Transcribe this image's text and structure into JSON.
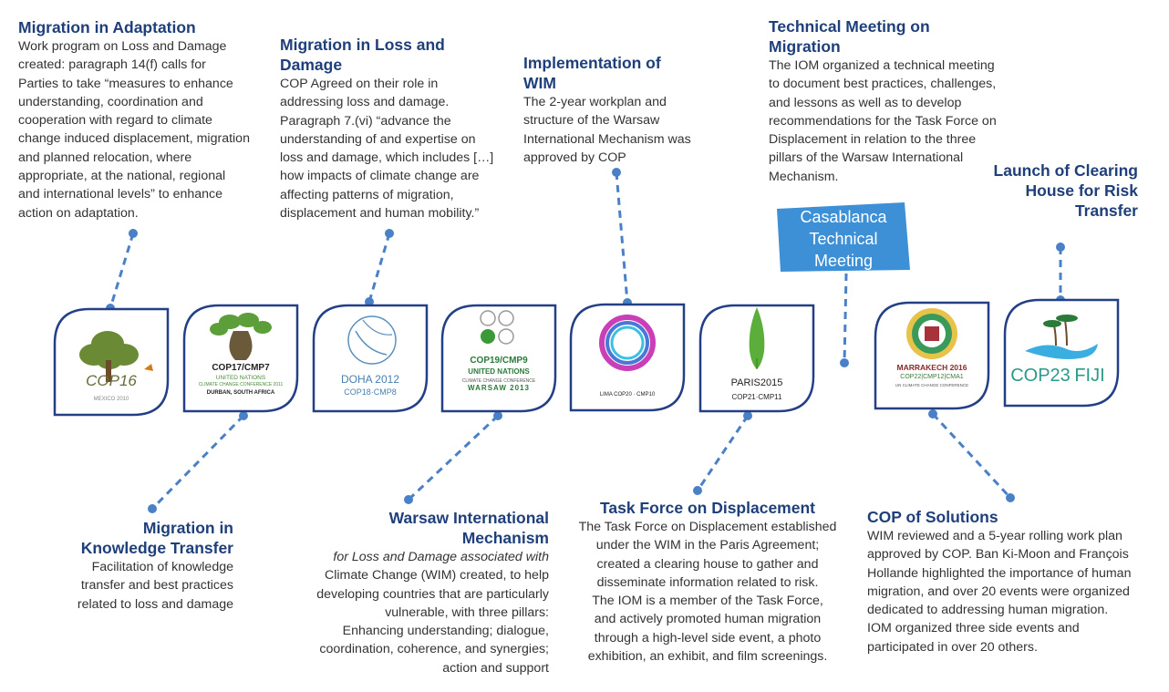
{
  "top": {
    "adaptation": {
      "title": "Migration in Adaptation",
      "lines": [
        "Work program on Loss and Damage",
        "created: paragraph 14(f) calls for",
        "Parties to take “measures to enhance",
        "understanding, coordination and",
        "cooperation with regard to climate",
        "change induced displacement, migration",
        "and planned relocation, where",
        "appropriate, at the national, regional",
        "and international levels” to enhance",
        "action on adaptation."
      ]
    },
    "loss_damage": {
      "title1": "Migration in Loss and",
      "title2": "Damage",
      "lines": [
        "COP Agreed on their role in",
        "addressing loss and damage.",
        "Paragraph 7.(vi) “advance the",
        "understanding of and expertise on",
        "loss and damage, which includes […]",
        "how impacts of climate change are",
        "affecting patterns of migration,",
        "displacement and human mobility.”"
      ]
    },
    "wim_impl": {
      "title1": "Implementation of",
      "title2": "WIM",
      "lines": [
        "The 2-year workplan and",
        "structure of the Warsaw",
        "International Mechanism was",
        "approved by COP"
      ]
    },
    "tech_meeting": {
      "title1": "Technical Meeting on",
      "title2": "Migration",
      "lines": [
        "The IOM organized a technical meeting",
        "to document best practices, challenges,",
        "and lessons as well as to develop",
        "recommendations for the Task Force on",
        "Displacement in relation to the three",
        "pillars of the Warsaw International",
        "Mechanism."
      ]
    },
    "clearing_house": {
      "title_lines": [
        "Launch of Clearing",
        "House for Risk",
        "Transfer"
      ]
    }
  },
  "casablanca": [
    "Casablanca",
    "Technical",
    "Meeting"
  ],
  "logos": [
    {
      "name": "COP16",
      "sub": "MEXICO 2010"
    },
    {
      "name": "COP17/CMP7",
      "sub1": "UNITED NATIONS",
      "sub2": "CLIMATE CHANGE CONFERENCE 2011",
      "sub3": "DURBAN, SOUTH AFRICA"
    },
    {
      "name": "DOHA 2012",
      "sub": "COP18·CMP8"
    },
    {
      "name": "COP19/CMP9",
      "sub1": "UNITED NATIONS",
      "sub2": "CLIMATE CHANGE CONFERENCE",
      "sub3": "WARSAW 2013"
    },
    {
      "name": "LIMA COP20 · CMP10"
    },
    {
      "name": "PARIS2015",
      "sub": "COP21·CMP11"
    },
    {
      "name": "MARRAKECH 2016",
      "sub1": "COP22|CMP12|CMA1",
      "sub2": "UN CLIMATE CHANGE CONFERENCE"
    },
    {
      "name": "COP23",
      "name2": "FIJI"
    }
  ],
  "bottom": {
    "knowledge": {
      "title_lines": [
        "Migration in",
        "Knowledge Transfer"
      ],
      "lines": [
        "Facilitation of knowledge",
        "transfer and best practices",
        "related to loss and damage"
      ]
    },
    "warsaw": {
      "title_lines": [
        "Warsaw International",
        "Mechanism"
      ],
      "lines": [
        "for Loss and Damage associated with",
        "Climate Change (WIM) created, to help",
        "developing countries that are particularly",
        "vulnerable, with three pillars:",
        "Enhancing understanding; dialogue,",
        "coordination, coherence, and synergies;",
        "action and support"
      ]
    },
    "task_force": {
      "title": "Task Force on Displacement",
      "lines": [
        "The Task Force on Displacement established",
        "under the WIM in the Paris Agreement;",
        "created a clearing house to gather and",
        "disseminate information related to risk.",
        "The IOM is a member of the Task Force,",
        "and actively promoted human migration",
        "through a high-level side event, a photo",
        "exhibition, an exhibit, and film screenings."
      ]
    },
    "solutions": {
      "title": "COP of Solutions",
      "lines": [
        "WIM reviewed and a 5-year rolling work plan",
        "approved by COP. Ban Ki-Moon and François",
        "Hollande highlighted the importance of human",
        "migration, and over 20 events were organized",
        "dedicated to addressing human migration.",
        "IOM organized three side events and",
        "participated in over 20 others."
      ]
    }
  },
  "colors": {
    "title": "#1f3f7a",
    "connector": "#4a80c6",
    "leaf_border": "#233f86",
    "casablanca": "#3d8fd6"
  }
}
